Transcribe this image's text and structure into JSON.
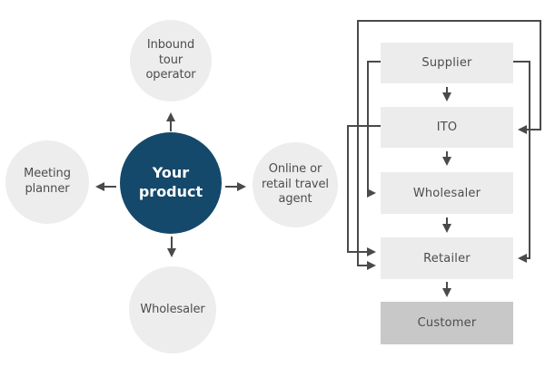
{
  "hub_diagram": {
    "center": {
      "id": "your-product",
      "label": "Your\nproduct"
    },
    "satellites": [
      {
        "id": "inbound-tour-operator",
        "position": "top",
        "label": "Inbound\ntour\noperator"
      },
      {
        "id": "meeting-planner",
        "position": "left",
        "label": "Meeting\nplanner"
      },
      {
        "id": "online-retail-travel-agent",
        "position": "right",
        "label": "Online or\nretail travel\nagent"
      },
      {
        "id": "wholesaler",
        "position": "bottom",
        "label": "Wholesaler"
      }
    ],
    "arrows": [
      "Your product -> Inbound tour operator",
      "Your product -> Meeting planner",
      "Your product -> Online or retail travel agent",
      "Your product -> Wholesaler"
    ]
  },
  "flow_diagram": {
    "boxes": [
      {
        "id": "supplier",
        "label": "Supplier"
      },
      {
        "id": "ito",
        "label": "ITO"
      },
      {
        "id": "wholesaler",
        "label": "Wholesaler"
      },
      {
        "id": "retailer",
        "label": "Retailer"
      },
      {
        "id": "customer",
        "label": "Customer"
      }
    ],
    "connections": [
      "Supplier -> ITO",
      "ITO -> Wholesaler",
      "Wholesaler -> Retailer",
      "Retailer -> Customer",
      "Supplier -> Wholesaler (left bypass)",
      "ITO -> Retailer (left bypass)",
      "Supplier -> Retailer (right bypass)",
      "ITO <-> Retailer (outer top route, arrowheads both ends)"
    ]
  },
  "colors": {
    "background": "#ffffff",
    "hub_circle": "#14496b",
    "hub_text": "#ffffff",
    "satellite_circle": "#ededed",
    "box_fill": "#ececec",
    "customer_box_fill": "#c8c8c8",
    "line_and_arrow": "#4a4a4a",
    "label_text": "#4d4d4d"
  }
}
